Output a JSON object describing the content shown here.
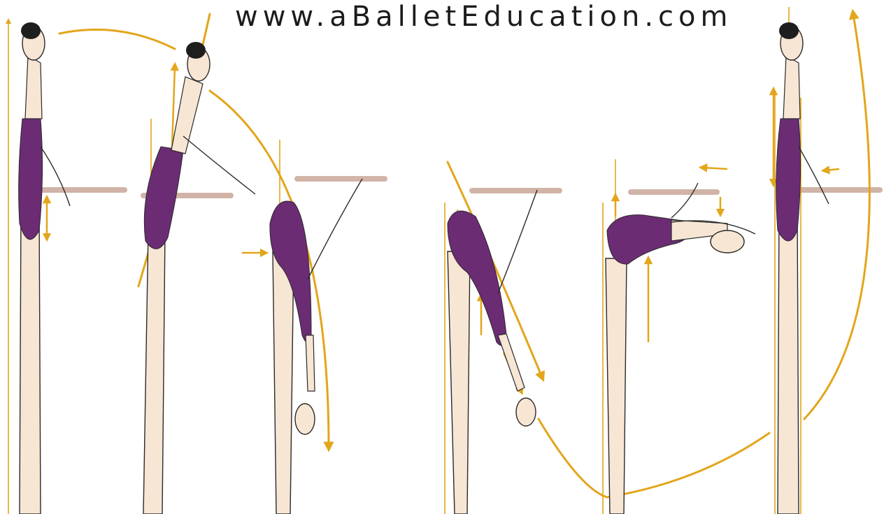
{
  "watermark": {
    "text": "www.aBalletEducation.com"
  },
  "colors": {
    "background": "#ffffff",
    "guide": "#e3a51a",
    "leotard": "#6b2c74",
    "skin": "#f8e6d4",
    "barre": "#c9a898",
    "ink": "#2a2a2a"
  },
  "figures": [
    {
      "pose": "standing-upright"
    },
    {
      "pose": "arms-raising"
    },
    {
      "pose": "forward-fold-full"
    },
    {
      "pose": "forward-fold-rising"
    },
    {
      "pose": "flat-back"
    },
    {
      "pose": "standing-upright-return"
    }
  ]
}
